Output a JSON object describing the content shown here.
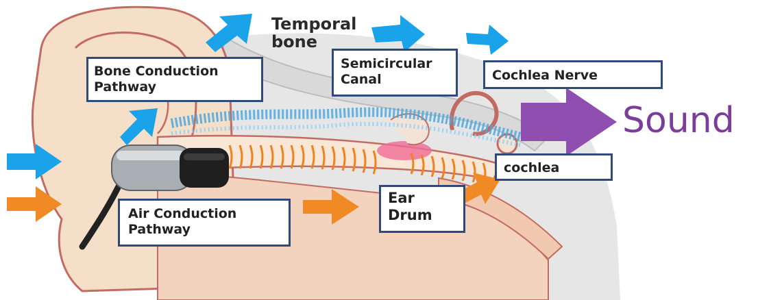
{
  "labels": {
    "temporal_bone": [
      "Temporal",
      "bone"
    ],
    "bone_conduction": [
      "Bone Conduction",
      "Pathway"
    ],
    "semicircular": [
      "Semicircular",
      "Canal"
    ],
    "cochlea_nerve": "Cochlea Nerve",
    "sound": "Sound",
    "cochlea": "cochlea",
    "air_conduction": [
      "Air Conduction",
      "Pathway"
    ],
    "ear_drum": [
      "Ear",
      "Drum"
    ]
  },
  "colors": {
    "blue_arrow": "#1aa3e8",
    "orange_arrow": "#f08a24",
    "purple_arrow": "#8e4fb0",
    "box_border": "#2f4a7a",
    "skin": "#f6dfc9",
    "skin_outline": "#c26b62",
    "bone_wave": "#4aa8e0",
    "air_wave": "#f0821e",
    "sound_text": "#7b3c9a"
  },
  "icons": [
    "earphone-icon",
    "ear-anatomy-illustration"
  ]
}
